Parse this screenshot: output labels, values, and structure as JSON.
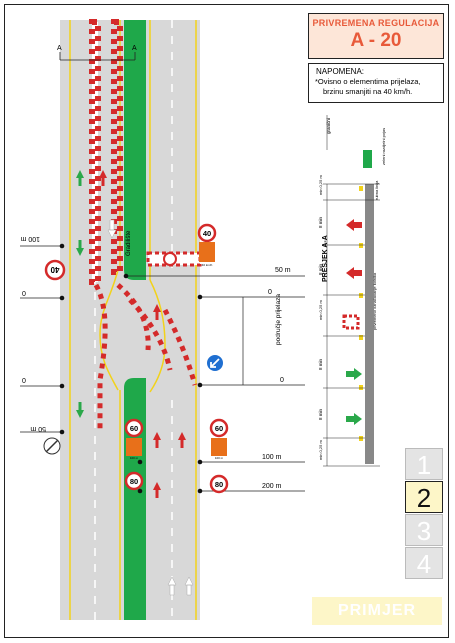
{
  "title": {
    "line1": "PRIVREMENA REGULACIJA",
    "line2": "A - 20"
  },
  "note": {
    "heading": "NAPOMENA:",
    "line1": "*Ovisno o elementima prijelaza,",
    "line2": "brzinu smanjiti na 40 km/h."
  },
  "plan": {
    "section_marker": "A",
    "works_label": "Gradilište",
    "transition_label": "područje prijelaza",
    "distances": [
      "100 m",
      "0",
      "0",
      "50 m",
      "0",
      "0",
      "50 m",
      "100 m",
      "200 m"
    ],
    "sign_values": [
      "40",
      "40",
      "60",
      "60",
      "80",
      "80"
    ],
    "sign_plates": [
      "40 km/h",
      "100 m",
      "100 m"
    ]
  },
  "section": {
    "title": "PRESJEK A-A",
    "labels": [
      "granični",
      "zeleni razdjelni pojas",
      "rubna linija",
      "privremeno označavanje kolnika"
    ],
    "dims": [
      "min 0,25 m",
      "8 min",
      "8 min",
      "min 0,25 m",
      "8 min",
      "8 min",
      "min 0,25 m"
    ]
  },
  "pages": [
    "1",
    "2",
    "3",
    "4"
  ],
  "footer": "PRIMJER",
  "colors": {
    "accent": "#e85a3a",
    "median": "#1fa84a",
    "road": "#d8d8d8",
    "marking": "#f2d21a",
    "arrow_red": "#d42a2a",
    "arrow_green": "#2aa84a"
  }
}
